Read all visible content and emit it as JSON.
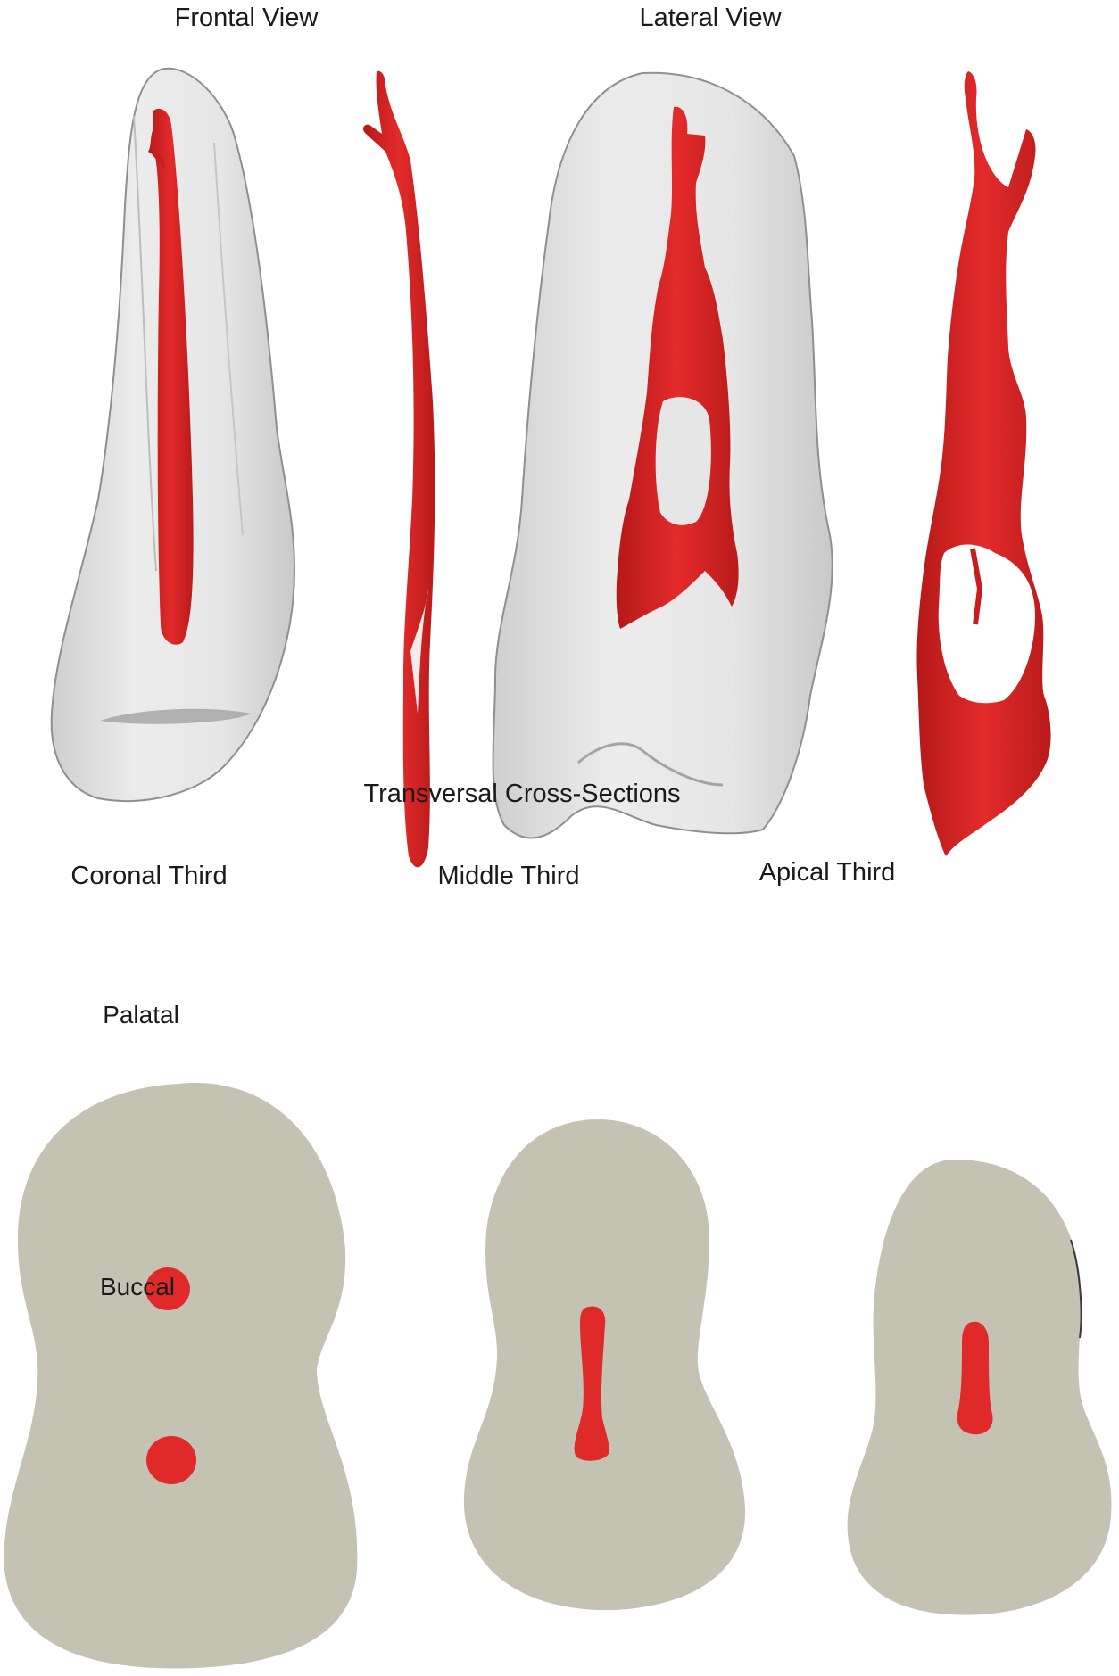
{
  "headings": {
    "frontal": "Frontal View",
    "lateral": "Lateral View",
    "transversal": "Transversal Cross-Sections"
  },
  "sections": {
    "coronal": "Coronal Third",
    "middle": "Middle Third",
    "apical": "Apical Third"
  },
  "canal_labels": {
    "palatal": "Palatal",
    "buccal": "Buccal"
  },
  "colors": {
    "canal": "#e02a2a",
    "tooth_3d": "#e3e3e3",
    "tooth_outline": "#9a9a9a",
    "section_fill": "#c4c3b3"
  }
}
